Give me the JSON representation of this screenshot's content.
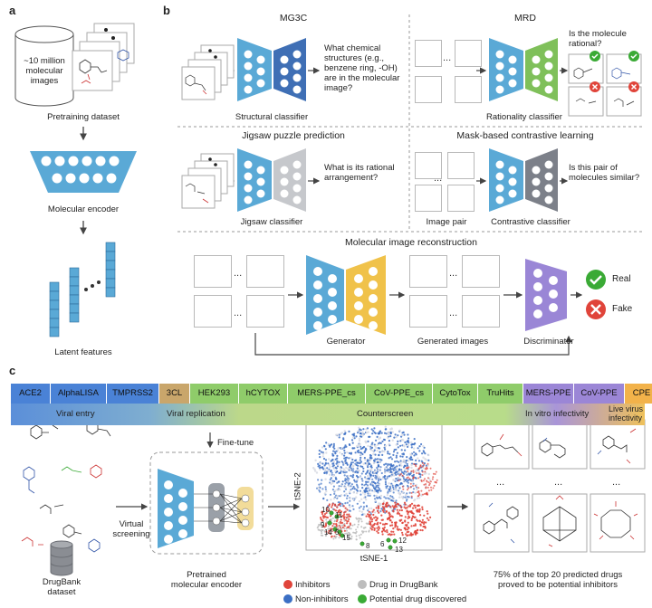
{
  "panels": {
    "a": "a",
    "b": "b",
    "c": "c"
  },
  "panel_a": {
    "dataset_line1": "~10 million",
    "dataset_line2": "molecular",
    "dataset_line3": "images",
    "pretraining_label": "Pretraining dataset",
    "encoder_label": "Molecular encoder",
    "latent_label": "Latent features"
  },
  "panel_b": {
    "mg3c_title": "MG3C",
    "mg3c_question": "What chemical structures (e.g., benzene ring, -OH) are in the molecular image?",
    "mg3c_classifier": "Structural classifier",
    "mrd_title": "MRD",
    "mrd_question": "Is the molecule rational?",
    "mrd_classifier": "Rationality classifier",
    "jigsaw_title": "Jigsaw puzzle prediction",
    "jigsaw_question": "What is its rational arrangement?",
    "jigsaw_classifier": "Jigsaw classifier",
    "contrastive_title": "Mask-based contrastive learning",
    "contrastive_question": "Is this pair of molecules similar?",
    "image_pair": "Image pair",
    "contrastive_classifier": "Contrastive classifier",
    "recon_title": "Molecular image reconstruction",
    "generator": "Generator",
    "generated_images": "Generated images",
    "discriminator": "Discriminator",
    "real": "Real",
    "fake": "Fake",
    "ellipsis": "..."
  },
  "panel_c": {
    "assays": [
      {
        "label": "ACE2",
        "color": "#4a82d6"
      },
      {
        "label": "AlphaLISA",
        "color": "#4a82d6"
      },
      {
        "label": "TMPRSS2",
        "color": "#4a82d6"
      },
      {
        "label": "3CL",
        "color": "#c9a66b"
      },
      {
        "label": "HEK293",
        "color": "#8fcc6a"
      },
      {
        "label": "hCYTOX",
        "color": "#8fcc6a"
      },
      {
        "label": "MERS-PPE_cs",
        "color": "#8fcc6a"
      },
      {
        "label": "CoV-PPE_cs",
        "color": "#8fcc6a"
      },
      {
        "label": "CytoTox",
        "color": "#8fcc6a"
      },
      {
        "label": "TruHits",
        "color": "#8fcc6a"
      },
      {
        "label": "MERS-PPE",
        "color": "#9b86d6"
      },
      {
        "label": "CoV-PPE",
        "color": "#9b86d6"
      },
      {
        "label": "CPE",
        "color": "#f2b24a"
      }
    ],
    "categories": {
      "viral_entry": "Viral entry",
      "viral_replication": "Viral replication",
      "counterscreen": "Counterscreen",
      "in_vitro": "In vitro infectivity",
      "live_virus_1": "Live virus",
      "live_virus_2": "infectivity"
    },
    "finetune": "Fine-tune",
    "virtual_screening_1": "Virtual",
    "virtual_screening_2": "screening",
    "drugbank_1": "DrugBank",
    "drugbank_2": "dataset",
    "pretrained_1": "Pretrained",
    "pretrained_2": "molecular encoder",
    "tsne1": "tSNE-1",
    "tsne2": "tSNE-2",
    "points": [
      "10",
      "11",
      "9",
      "14",
      "5",
      "15",
      "8",
      "6",
      "12",
      "13"
    ],
    "legend": {
      "inhibitors": "Inhibitors",
      "non_inhibitors": "Non-inhibitors",
      "drug_in_drugbank": "Drug in DrugBank",
      "potential": "Potential drug discovered"
    },
    "result_1": "75% of the top 20 predicted drugs",
    "result_2": "proved to be potential inhibitors",
    "ellipsis": "..."
  },
  "colors": {
    "blue_encoder": "#5aa9d6",
    "navy_encoder": "#3f6fb5",
    "green_classifier": "#7fc05a",
    "grey_classifier": "#8c8f96",
    "generator_yellow": "#f0c24a",
    "discriminator_purple": "#9a86d6",
    "real_green": "#3aaa35",
    "fake_red": "#e0443a",
    "inhibitor_red": "#e0443a",
    "non_inhibitor_blue": "#3b6fc4",
    "drugbank_grey": "#bdbdbd",
    "potential_green": "#3aaa35"
  }
}
